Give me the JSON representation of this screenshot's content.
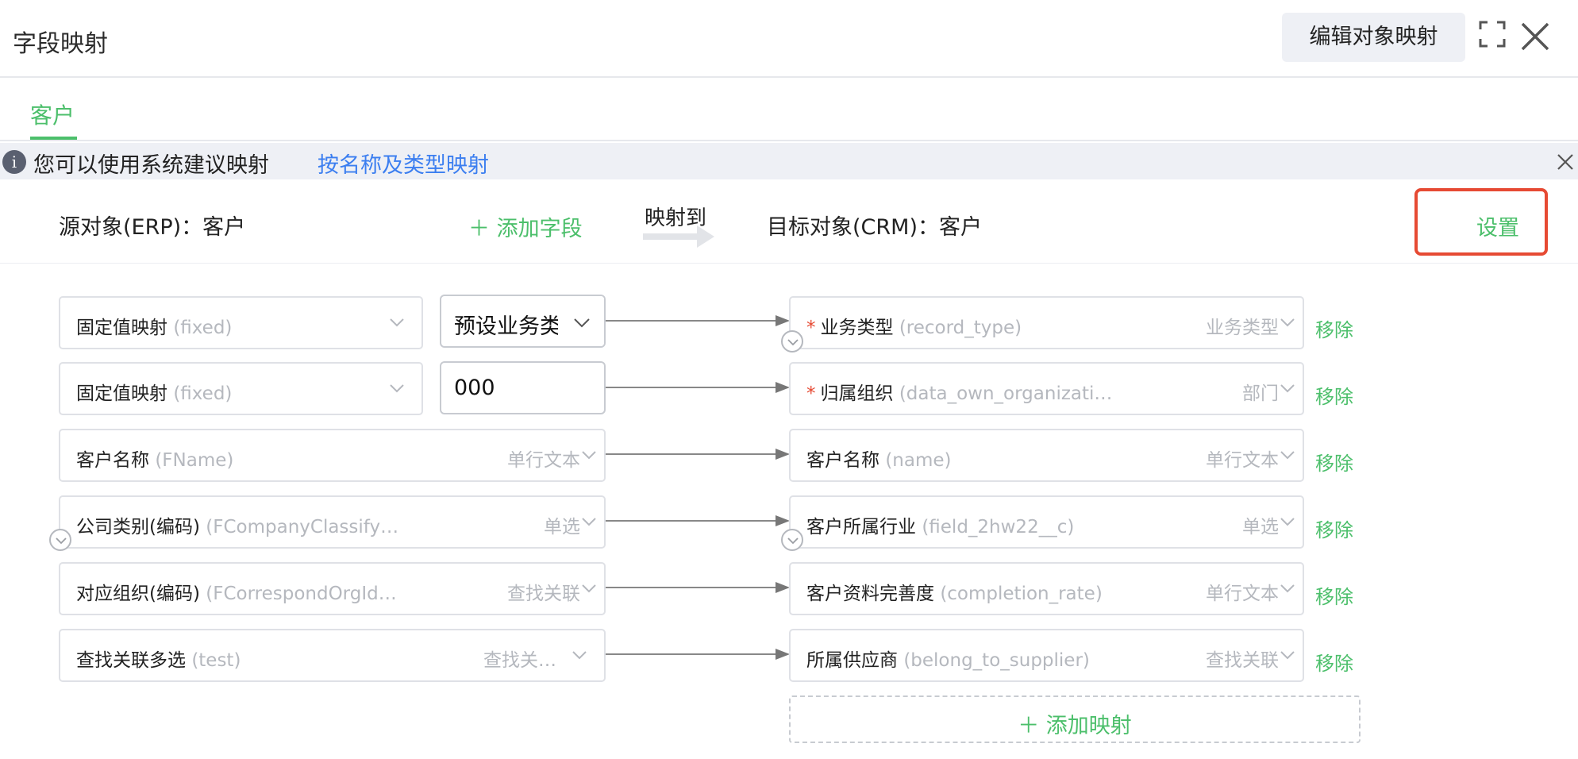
{
  "header": {
    "title": "字段映射",
    "edit_button": "编辑对象映射"
  },
  "tabs": [
    {
      "label": "客户",
      "active": true
    }
  ],
  "banner": {
    "text": "您可以使用系统建议映射",
    "link": "按名称及类型映射"
  },
  "objects": {
    "source": "源对象(ERP)：客户",
    "add_field": "＋ 添加字段",
    "map_to": "映射到",
    "target": "目标对象(CRM)：客户",
    "settings": "设置"
  },
  "rows": [
    {
      "source_name": "固定值映射",
      "source_api": "(fixed)",
      "source_type": "",
      "value": "预设业务类型",
      "target_required": true,
      "target_name": "业务类型",
      "target_api": "(record_type)",
      "target_type": "业务类型",
      "remove": "移除"
    },
    {
      "source_name": "固定值映射",
      "source_api": "(fixed)",
      "source_type": "",
      "value": "000",
      "target_required": true,
      "target_name": "归属组织",
      "target_api": "(data_own_organizati…",
      "target_type": "部门",
      "remove": "移除"
    },
    {
      "source_name": "客户名称",
      "source_api": "(FName)",
      "source_type": "单行文本",
      "target_required": false,
      "target_name": "客户名称",
      "target_api": "(name)",
      "target_type": "单行文本",
      "remove": "移除"
    },
    {
      "source_name": "公司类别(编码)",
      "source_api": "(FCompanyClassify…",
      "source_type": "单选",
      "target_required": false,
      "target_name": "客户所属行业",
      "target_api": "(field_2hw22__c)",
      "target_type": "单选",
      "remove": "移除"
    },
    {
      "source_name": "对应组织(编码)",
      "source_api": "(FCorrespondOrgId…",
      "source_type": "查找关联",
      "target_required": false,
      "target_name": "客户资料完善度",
      "target_api": "(completion_rate)",
      "target_type": "单行文本",
      "remove": "移除"
    },
    {
      "source_name": "查找关联多选",
      "source_api": "(test)",
      "source_type": "查找关…",
      "target_required": false,
      "target_name": "所属供应商",
      "target_api": "(belong_to_supplier)",
      "target_type": "查找关联",
      "remove": "移除"
    }
  ],
  "add_mapping": "＋ 添加映射",
  "colors": {
    "accent": "#4cbf6b",
    "link": "#3b7ef0",
    "highlight": "#e64a33"
  }
}
